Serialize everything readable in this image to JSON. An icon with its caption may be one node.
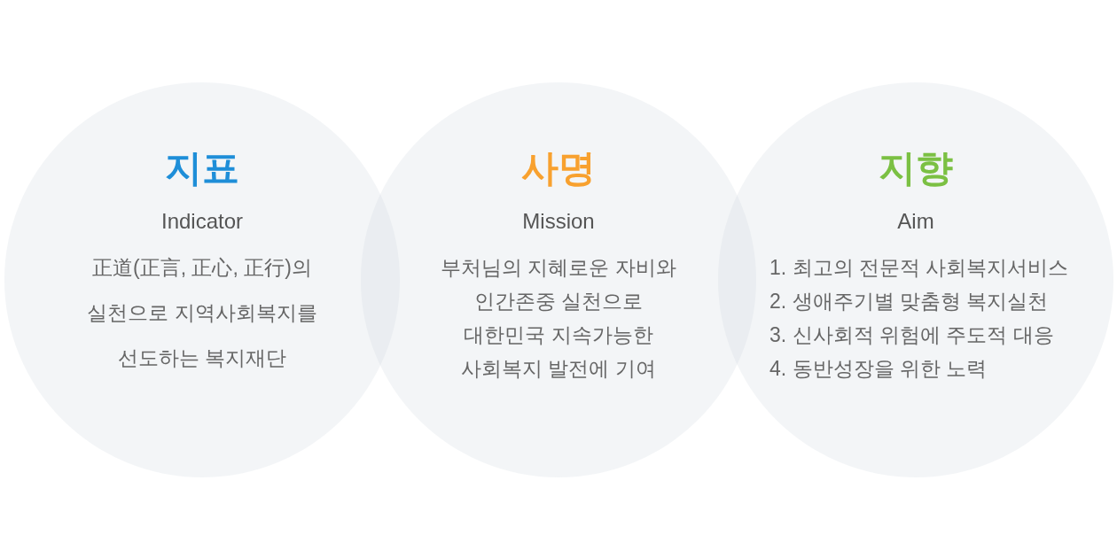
{
  "diagram": {
    "nodes": [
      {
        "text": [
          "지표",
          "Indicator",
          "正道(正言, 正心, 正行)의 실천으로 지역사회복지를 선도하는 복지재단"
        ]
      },
      {
        "text": [
          "사명",
          "Mission",
          "부처님의 지혜로운 자비와 인간존중 실천으로 대한민국 지속가능한 사회복지 발전에 기여"
        ]
      },
      {
        "text": [
          "지향",
          "Aim",
          "1. 최고의 전문적 사회복지서비스",
          "2. 생애주기별 맞춤형 복지실천",
          "3. 신사회적 위험에 주도적 대응",
          "4. 동반성장을 위한 노력"
        ]
      }
    ]
  }
}
